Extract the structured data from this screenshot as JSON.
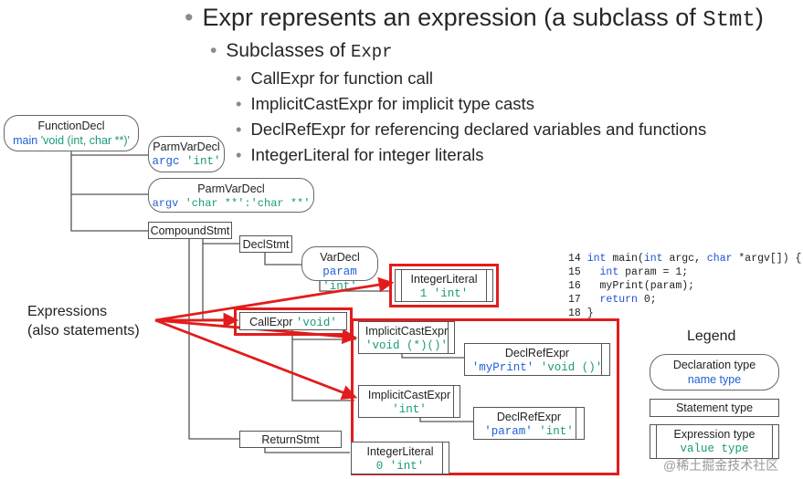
{
  "bullets": {
    "l1": {
      "text_a": "Expr represents an expression (a subclass of ",
      "text_b": "Stmt",
      "text_c": ")"
    },
    "l2": {
      "text_a": "Subclasses of ",
      "text_b": "Expr"
    },
    "l3": [
      "CallExpr for function call",
      "ImplicitCastExpr for implicit type casts",
      "DeclRefExpr for referencing declared variables and functions",
      "IntegerLiteral for integer literals"
    ]
  },
  "nodes": {
    "function_decl": {
      "title": "FunctionDecl",
      "name": "main",
      "type": "'void (int, char **)'"
    },
    "parm1": {
      "title": "ParmVarDecl",
      "name": "argc",
      "type": "'int'"
    },
    "parm2": {
      "title": "ParmVarDecl",
      "name": "argv",
      "type": "'char **':'char **'"
    },
    "compound": {
      "title": "CompoundStmt"
    },
    "declstmt": {
      "title": "DeclStmt"
    },
    "vardecl": {
      "title": "VarDecl",
      "name": "param",
      "type": "'int'"
    },
    "intlit1": {
      "title": "IntegerLiteral",
      "value": "1",
      "type": "'int'"
    },
    "callexpr": {
      "title": "CallExpr",
      "type": "'void'"
    },
    "implicit1": {
      "title": "ImplicitCastExpr",
      "type": "'void (*)()'"
    },
    "declref1": {
      "title": "DeclRefExpr",
      "name": "'myPrint'",
      "type": "'void ()'"
    },
    "implicit2": {
      "title": "ImplicitCastExpr",
      "type": "'int'"
    },
    "declref2": {
      "title": "DeclRefExpr",
      "name": "'param'",
      "type": "'int'"
    },
    "returnstmt": {
      "title": "ReturnStmt"
    },
    "intlit2": {
      "title": "IntegerLiteral",
      "value": "0",
      "type": "'int'"
    }
  },
  "expressions_label": {
    "line1": "Expressions",
    "line2": "(also statements)"
  },
  "code": [
    {
      "num": "14",
      "parts": [
        {
          "t": "int",
          "kw": true
        },
        {
          "t": " main("
        },
        {
          "t": "int",
          "kw": true
        },
        {
          "t": " argc, "
        },
        {
          "t": "char",
          "kw": true
        },
        {
          "t": " *argv[]) {"
        }
      ]
    },
    {
      "num": "15",
      "parts": [
        {
          "t": "  "
        },
        {
          "t": "int",
          "kw": true
        },
        {
          "t": " param = 1;"
        }
      ]
    },
    {
      "num": "16",
      "parts": [
        {
          "t": "  myPrint(param);"
        }
      ]
    },
    {
      "num": "17",
      "parts": [
        {
          "t": "  "
        },
        {
          "t": "return",
          "kw": true
        },
        {
          "t": " 0;"
        }
      ]
    },
    {
      "num": "18",
      "parts": [
        {
          "t": "}"
        }
      ]
    }
  ],
  "legend": {
    "title": "Legend",
    "decl_type": "Declaration type",
    "name_type": "name type",
    "stmt_type": "Statement type",
    "expr_type": "Expression type",
    "value_type": "value type"
  },
  "watermark": "@稀土掘金技术社区",
  "colors": {
    "red": "#e21c1c",
    "teal": "#1a9a7a",
    "blue": "#1f5fd6"
  }
}
